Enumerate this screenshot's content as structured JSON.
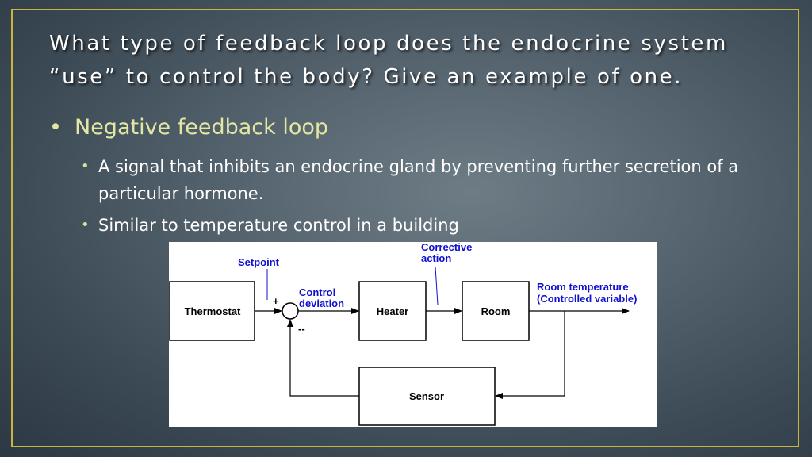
{
  "slide": {
    "title_line1": "What type of feedback loop does the endocrine system",
    "title_line2": "“use” to control the body?  Give an example of one.",
    "bullets": [
      {
        "text": "Negative feedback loop"
      },
      {
        "text": "A signal that inhibits an endocrine gland by preventing further secretion of a particular hormone."
      },
      {
        "text": "Similar to temperature control in a building"
      }
    ]
  },
  "diagram": {
    "blocks": {
      "thermostat": "Thermostat",
      "heater": "Heater",
      "room": "Room",
      "sensor": "Sensor"
    },
    "labels": {
      "setpoint": "Setpoint",
      "plus": "+",
      "minus": "--",
      "control_line1": "Control",
      "control_line2": "deviation",
      "corrective_line1": "Corrective",
      "corrective_line2": "action",
      "roomtemp_line1": "Room temperature",
      "roomtemp_line2": "(Controlled variable)"
    },
    "colors": {
      "annotation": "#1010d0",
      "lines": "#000000",
      "background": "#ffffff"
    }
  },
  "theme": {
    "accent": "#c9b53a",
    "level1_text": "#e3e7a4",
    "body_text": "#ffffff"
  }
}
